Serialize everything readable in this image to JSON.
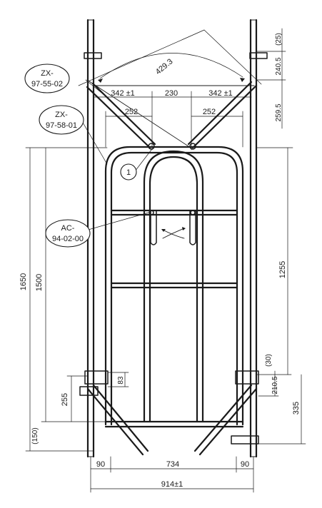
{
  "callouts": {
    "zx_top": [
      "ZX-",
      "97-55-02"
    ],
    "zx_mid": [
      "ZX-",
      "97-58-01"
    ],
    "ac": [
      "AC-",
      "94-02-00"
    ],
    "part_number": "1"
  },
  "dimensions": {
    "diag_429": "429.3",
    "top_25": "(25)",
    "d_2405": "240.5",
    "d_2595": "259.5",
    "d_342_left": "342 ±1",
    "d_230": "230",
    "d_342_right": "342 ±1",
    "d_252_left": "252",
    "d_252_right": "252",
    "d_1650": "1650",
    "d_1500": "1500",
    "d_1255": "1255",
    "d_255": "255",
    "d_83": "83",
    "d_150": "(150)",
    "d_30": "(30)",
    "d_2105": "210.5",
    "d_335": "335",
    "d_90_left": "90",
    "d_734": "734",
    "d_90_right": "90",
    "d_914": "914±1"
  },
  "colors": {
    "ink": "#1a1a1a",
    "paper": "#ffffff"
  }
}
